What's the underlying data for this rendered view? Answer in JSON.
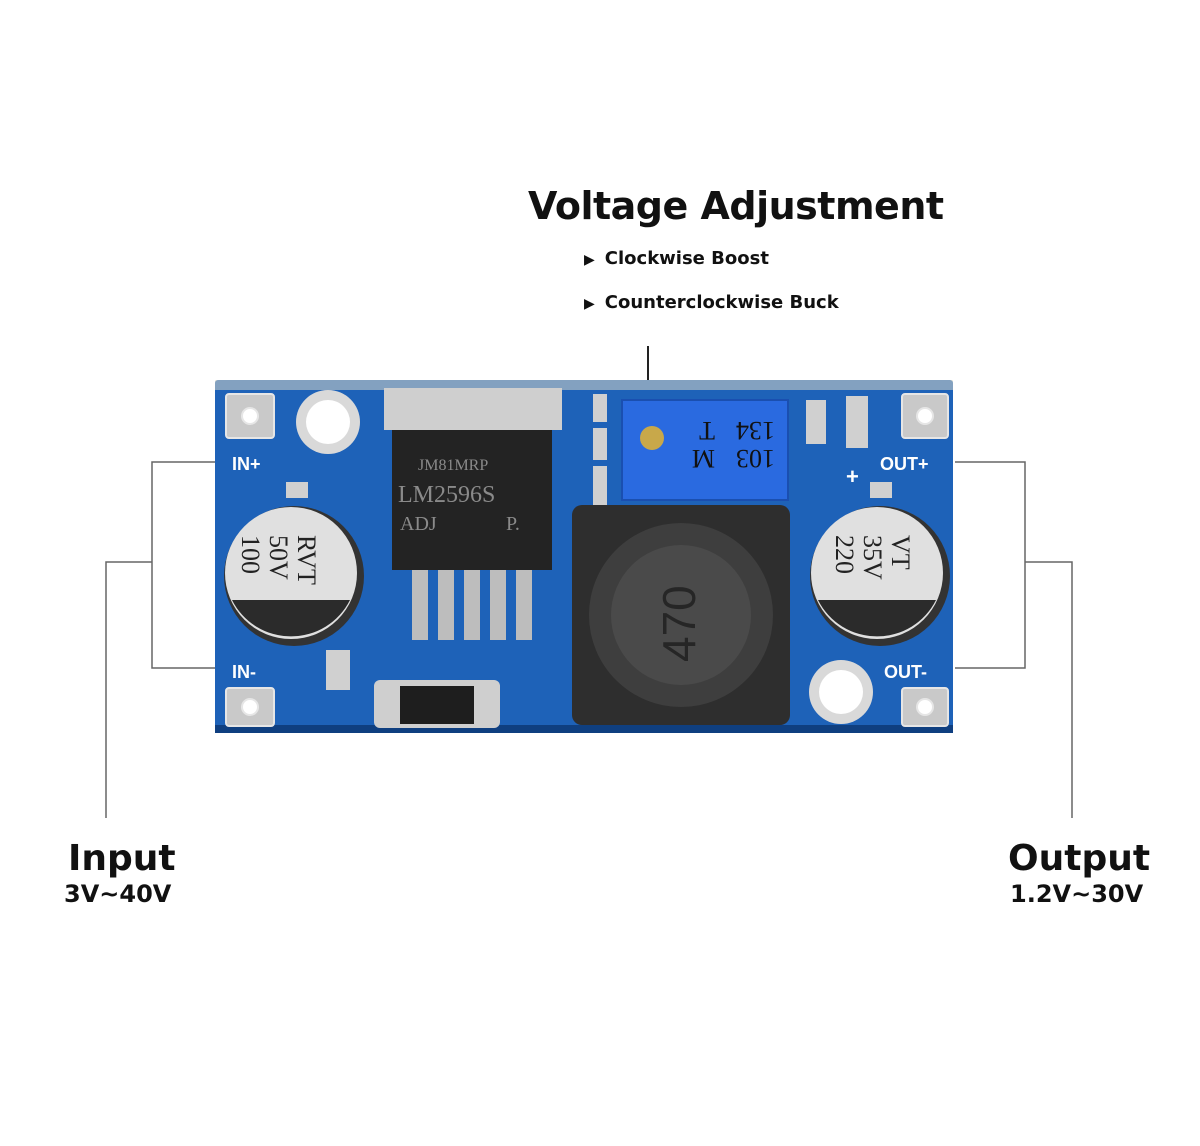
{
  "title": "Voltage Adjustment",
  "adjust_items": [
    {
      "icon": "triangle-right-icon",
      "glyph": "▶",
      "label": "Clockwise Boost"
    },
    {
      "icon": "triangle-right-icon",
      "glyph": "▶",
      "label": "Counterclockwise Buck"
    }
  ],
  "input": {
    "label": "Input",
    "range": "3V~40V"
  },
  "output": {
    "label": "Output",
    "range": "1.2V~30V"
  },
  "board": {
    "pins": {
      "in_plus": "IN+",
      "in_minus": "IN-",
      "out_plus": "OUT+",
      "out_minus": "OUT-",
      "plus_sign": "+"
    },
    "ic": {
      "line1": "JM81MRP",
      "line2": "LM2596S",
      "line3": "ADJ",
      "line4": "P."
    },
    "cap_in": {
      "line1": "100",
      "line2": "50V",
      "line3": "RVT"
    },
    "cap_out": {
      "line1": "220",
      "line2": "35V",
      "line3": "VT"
    },
    "pot": {
      "line1": "103",
      "line2": "134",
      "line3": "T",
      "line4": "M"
    },
    "inductor": "470"
  },
  "colors": {
    "pcb": "#1d5fb4",
    "pcb_dark": "#124a94",
    "trimmer": "#2a6ae0",
    "leader": "#555555"
  }
}
